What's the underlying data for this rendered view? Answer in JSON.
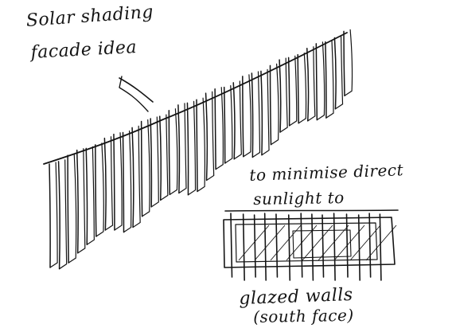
{
  "title": {
    "line1": "Solar shading",
    "line2": "facade idea"
  },
  "note": {
    "line1": "to minimise direct",
    "line2": "sunlight to"
  },
  "caption": {
    "line1": "glazed walls",
    "line2": "(south face)"
  },
  "ink_color": "#141414",
  "fins": {
    "count": 33,
    "depth": 18
  },
  "elevation_fins": {
    "count": 14
  }
}
